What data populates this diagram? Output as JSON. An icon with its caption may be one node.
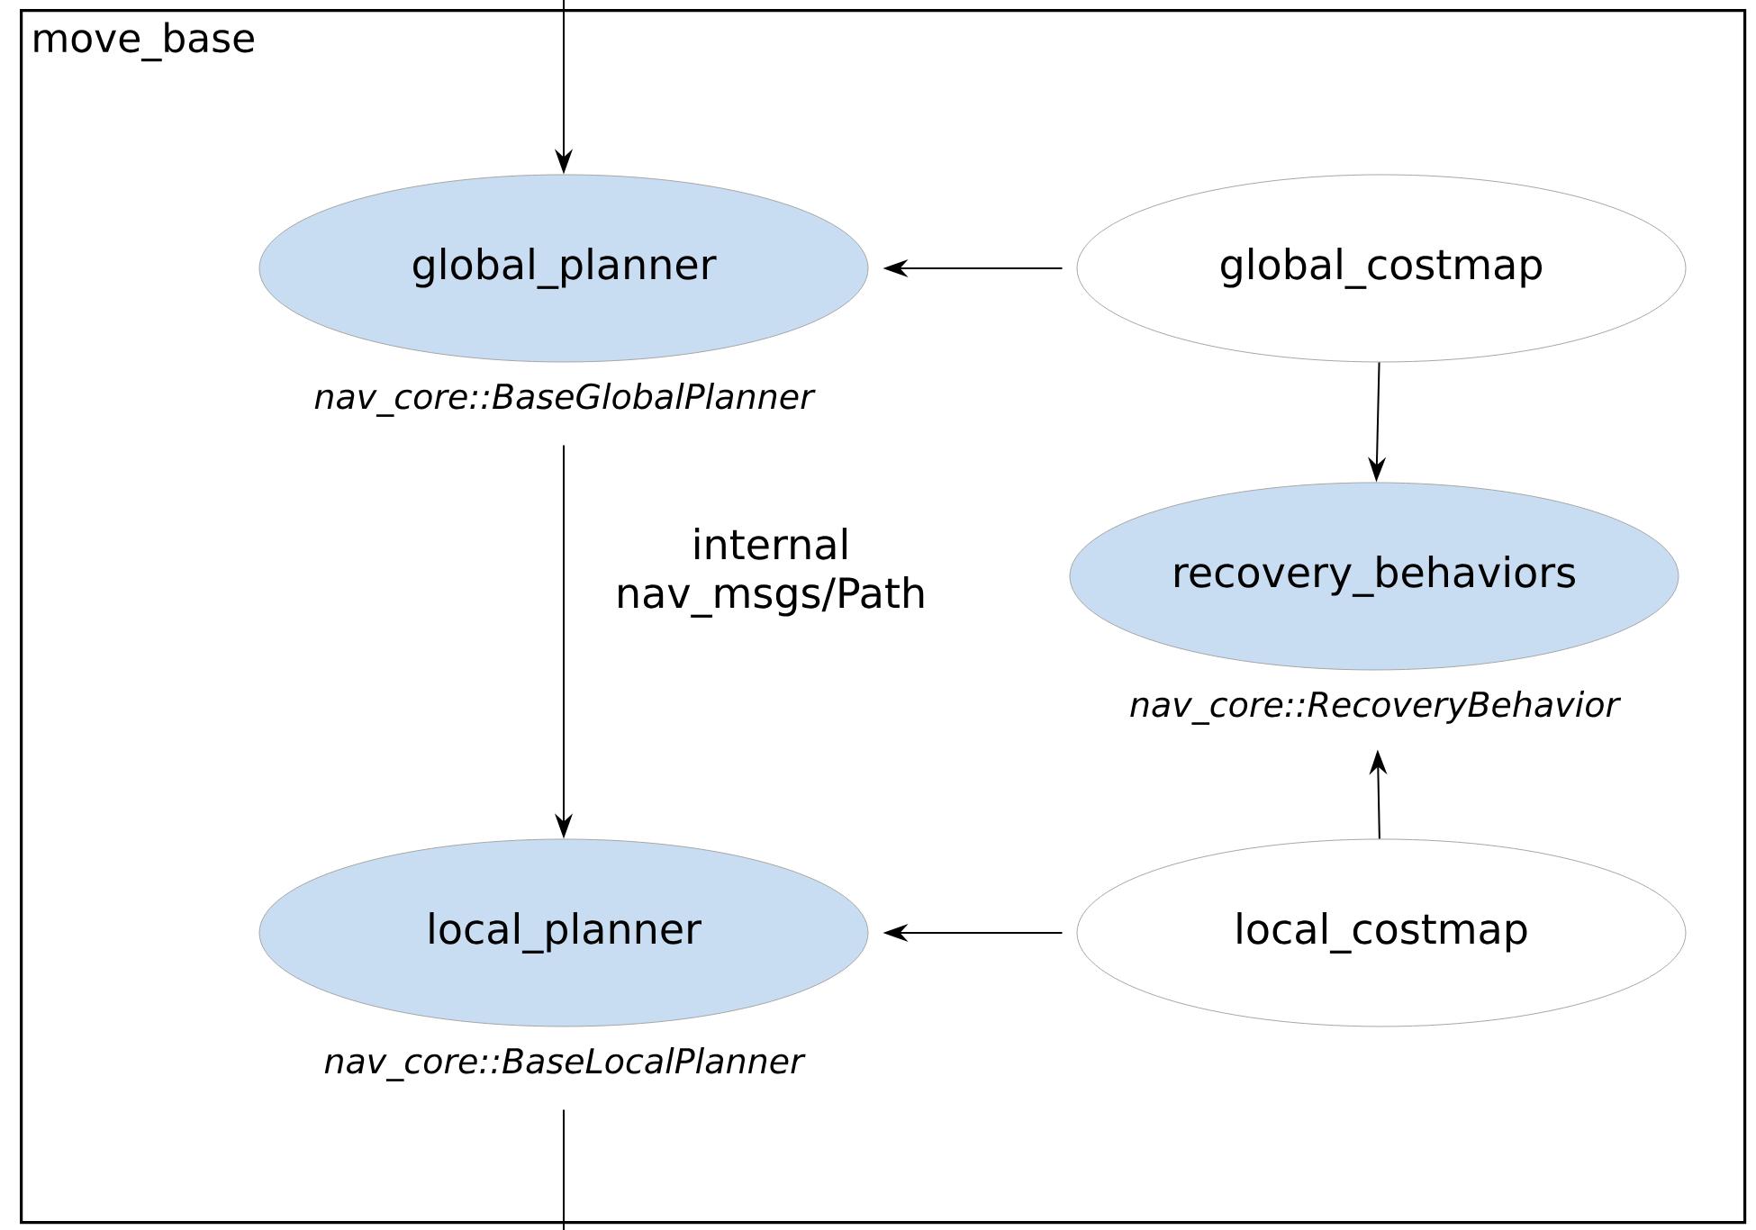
{
  "diagram": {
    "nodes": [
      {
        "text": [
          "move_base"
        ]
      },
      {
        "text": [
          "global_planner"
        ],
        "in": 0,
        "beside": [
          "nav_core::BaseGlobalPlanner"
        ]
      },
      {
        "text": [
          "global_costmap"
        ],
        "in": 0
      },
      {
        "text": [
          "recovery_behaviors"
        ],
        "in": 0,
        "beside": [
          "nav_core::RecoveryBehavior"
        ]
      },
      {
        "text": [
          "local_planner"
        ],
        "in": 0,
        "beside": [
          "nav_core::BaseLocalPlanner"
        ]
      },
      {
        "text": [
          "local_costmap"
        ],
        "in": 0
      }
    ],
    "edges": [
      {
        "from": null,
        "to": 1,
        "arrow": "to"
      },
      {
        "from": 2,
        "to": 1,
        "arrow": "to"
      },
      {
        "from": 2,
        "to": 3,
        "arrow": "to"
      },
      {
        "from": 1,
        "to": 4,
        "arrow": "to",
        "label": "internal nav_msgs/Path"
      },
      {
        "from": 5,
        "to": 3,
        "arrow": "to"
      },
      {
        "from": 5,
        "to": 4,
        "arrow": "to"
      },
      {
        "from": 4,
        "to": null,
        "arrow": "none"
      }
    ]
  }
}
